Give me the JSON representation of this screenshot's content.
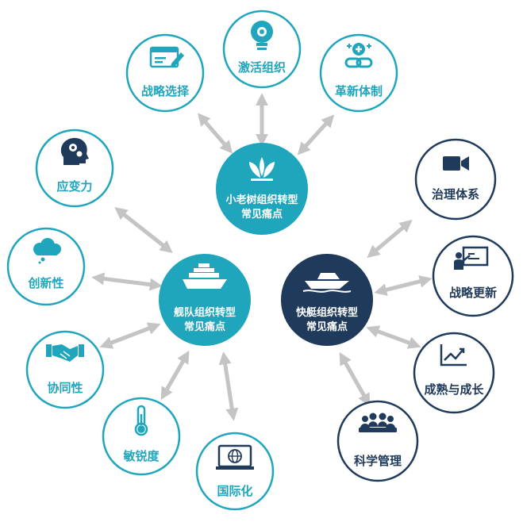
{
  "colors": {
    "teal": "#1fa6bd",
    "teal_dark": "#1893a8",
    "navy": "#1f3a5a",
    "arrow": "#c4c4c4",
    "ring_teal": "#1fa6bd",
    "ring_navy": "#1f3a5a"
  },
  "hubs": {
    "sapling": {
      "line1": "小老树组织转型",
      "line2": "常见痛点",
      "icon": "sprout-icon"
    },
    "fleet": {
      "line1": "舰队组织转型",
      "line2": "常见痛点",
      "icon": "ship-icon"
    },
    "speedboat": {
      "line1": "快艇组织转型",
      "line2": "常见痛点",
      "icon": "speedboat-icon"
    }
  },
  "satellites": {
    "strategy_choice": {
      "label": "战略选择",
      "icon": "browser-edit-icon"
    },
    "activate_org": {
      "label": "激活组织",
      "icon": "lightbulb-gear-icon"
    },
    "reform_system": {
      "label": "革新体制",
      "icon": "chain-plus-icon"
    },
    "resilience": {
      "label": "应变力",
      "icon": "head-gears-icon"
    },
    "innovation": {
      "label": "创新性",
      "icon": "cloud-thought-icon"
    },
    "collaboration": {
      "label": "协同性",
      "icon": "handshake-icon"
    },
    "sensitivity": {
      "label": "敏锐度",
      "icon": "thermometer-icon"
    },
    "international": {
      "label": "国际化",
      "icon": "globe-monitor-icon"
    },
    "governance": {
      "label": "治理体系",
      "icon": "video-camera-icon"
    },
    "strategy_update": {
      "label": "战略更新",
      "icon": "presentation-icon"
    },
    "maturity_growth": {
      "label": "成熟与成长",
      "icon": "growth-chart-icon"
    },
    "sci_management": {
      "label": "科学管理",
      "icon": "team-icon"
    }
  }
}
